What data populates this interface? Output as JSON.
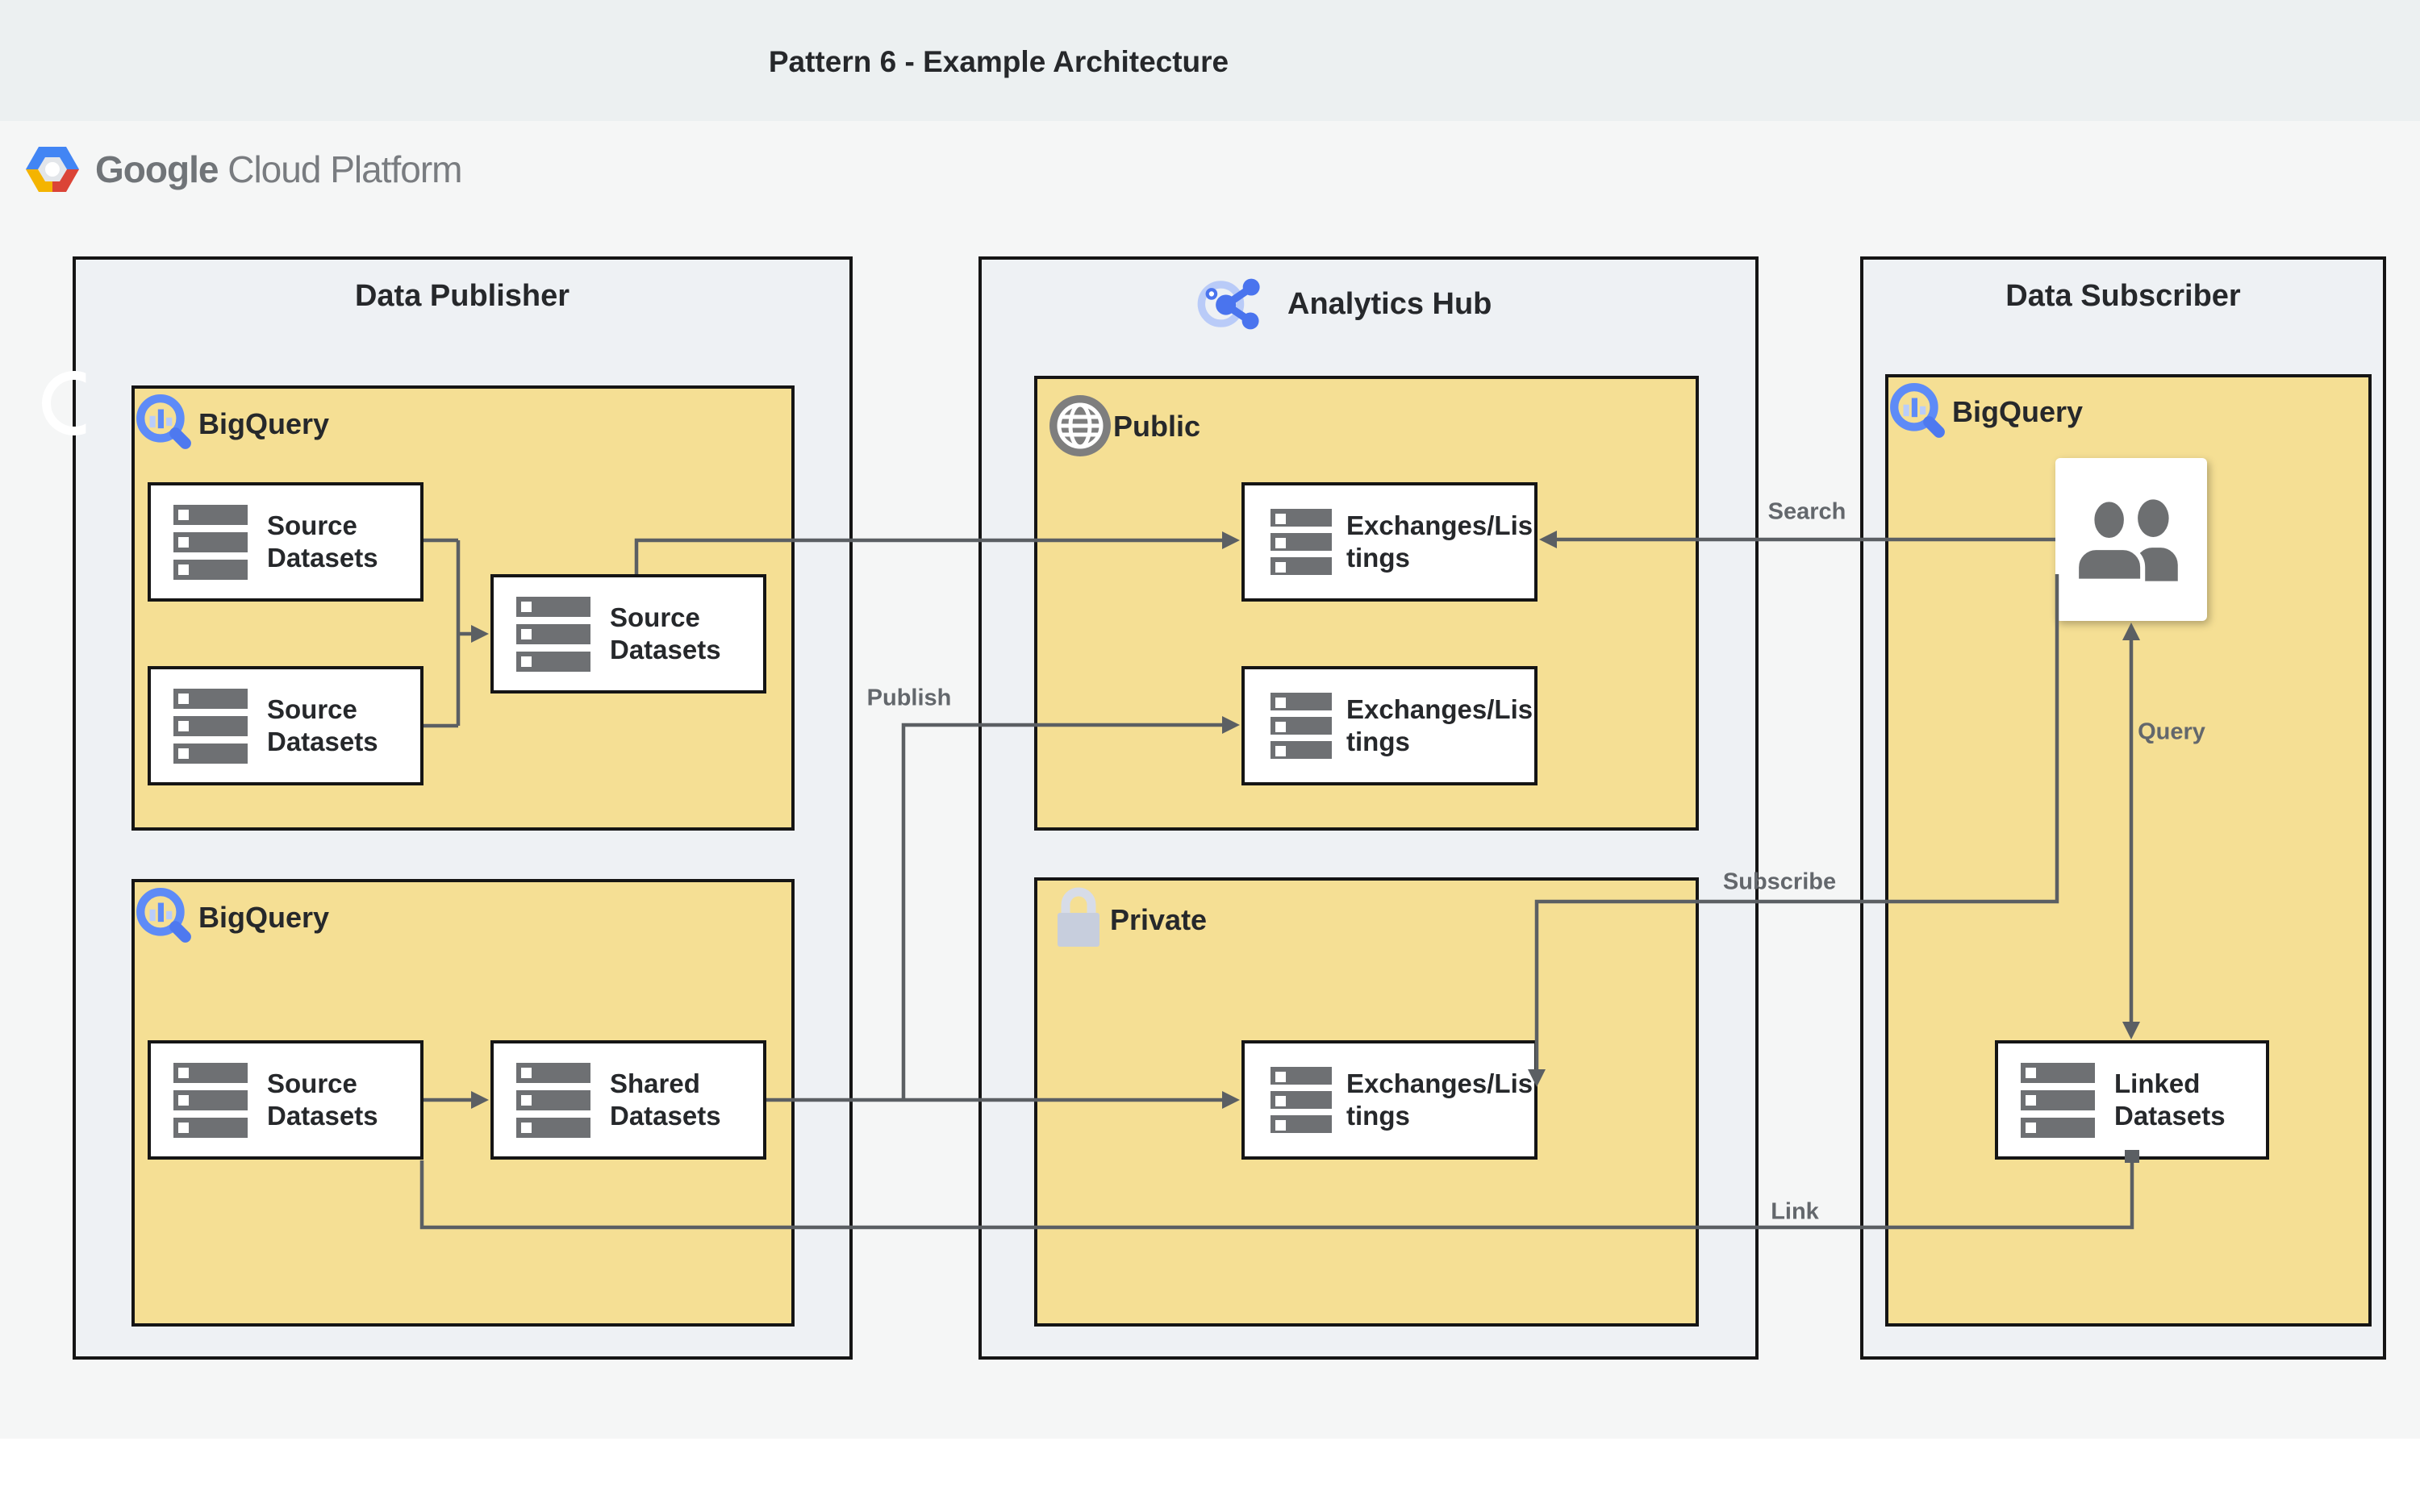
{
  "header": {
    "title": "Pattern 6 - Example Architecture"
  },
  "logo": {
    "google": "Google",
    "rest": " Cloud Platform"
  },
  "containers": {
    "publisher": {
      "title": "Data Publisher"
    },
    "hub": {
      "title": "Analytics Hub"
    },
    "subscriber": {
      "title": "Data Subscriber"
    }
  },
  "groups": {
    "publisher_bigquery_top": {
      "label": "BigQuery"
    },
    "publisher_bigquery_bottom": {
      "label": "BigQuery"
    },
    "hub_public": {
      "label": "Public"
    },
    "hub_private": {
      "label": "Private"
    },
    "subscriber_bigquery": {
      "label": "BigQuery"
    }
  },
  "nodes": {
    "source_a": {
      "label": "Source Datasets"
    },
    "source_b": {
      "label": "Source Datasets"
    },
    "source_merged": {
      "label": "Source Datasets"
    },
    "source_c": {
      "label": "Source Datasets"
    },
    "shared": {
      "label": "Shared Datasets"
    },
    "exchange_public_top": {
      "label": "Exchanges/Listings"
    },
    "exchange_public_bottom": {
      "label": "Exchanges/Listings"
    },
    "exchange_private": {
      "label": "Exchanges/Listings"
    },
    "linked": {
      "label": "Linked Datasets"
    }
  },
  "edges": {
    "publish": "Publish",
    "search": "Search",
    "subscribe": "Subscribe",
    "query": "Query",
    "link": "Link"
  },
  "icons": {
    "gcp": "gcp-hexagon",
    "bigquery": "magnifier-bar-chart",
    "hub": "share-network",
    "globe": "globe",
    "lock": "lock",
    "users": "two-people",
    "dataset": "stacked-datasets"
  },
  "colors": {
    "band": "#ecf0f1",
    "page": "#f5f6f6",
    "container_fill": "#eef1f4",
    "group_fill": "#f5df94",
    "border": "#151515",
    "line": "#5b5f63",
    "accent_blue": "#5e8bf7",
    "light_blue": "#b9cdfa",
    "icon_gray": "#6e7073"
  }
}
